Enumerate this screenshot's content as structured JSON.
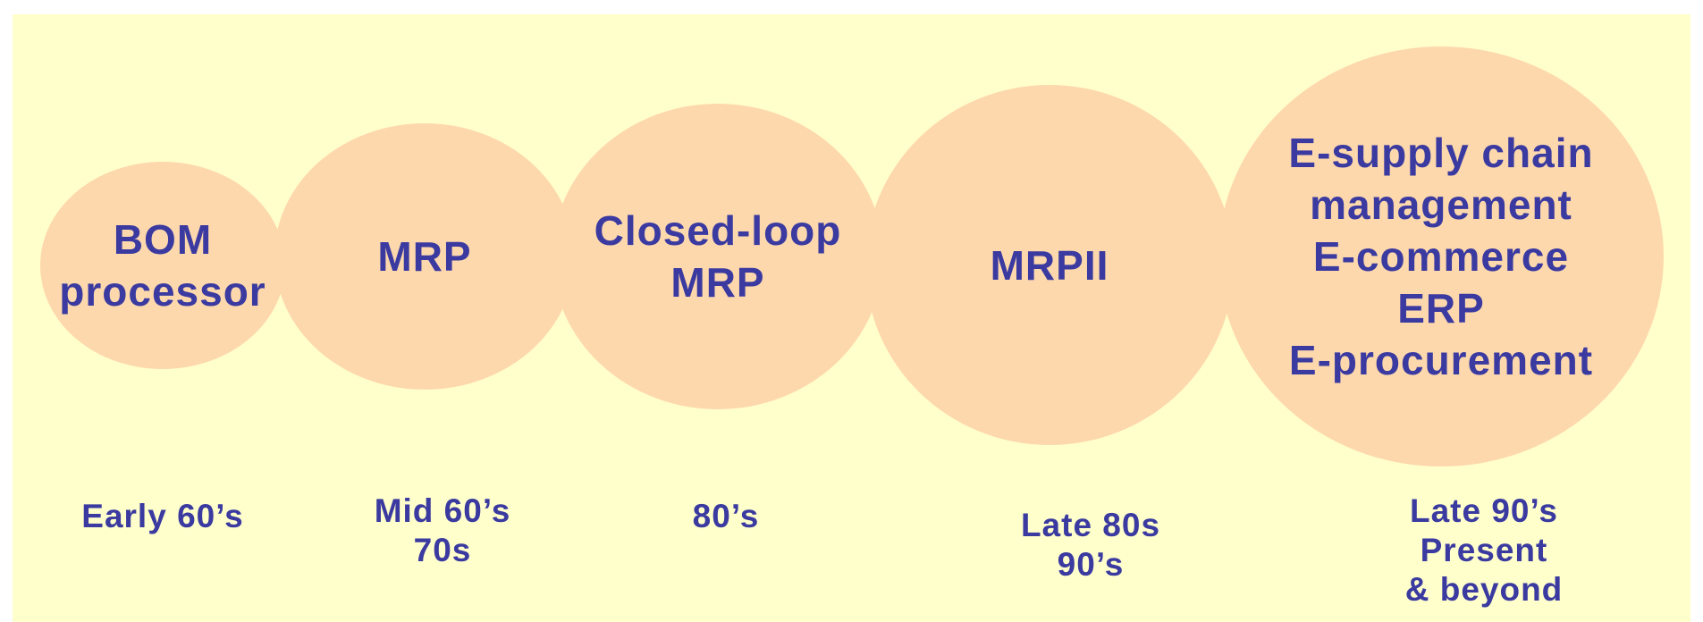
{
  "stages": [
    {
      "label_lines": [
        "BOM",
        "processor"
      ],
      "era_lines": [
        "Early 60’s"
      ]
    },
    {
      "label_lines": [
        "MRP"
      ],
      "era_lines": [
        "Mid 60’s",
        "70s"
      ]
    },
    {
      "label_lines": [
        "Closed-loop",
        "MRP"
      ],
      "era_lines": [
        "80’s"
      ]
    },
    {
      "label_lines": [
        "MRPII"
      ],
      "era_lines": [
        "Late 80s",
        "90’s"
      ]
    },
    {
      "label_lines": [
        "E-supply chain",
        "management",
        "E-commerce",
        "ERP",
        "E-procurement"
      ],
      "era_lines": [
        "Late 90’s",
        "Present",
        "& beyond"
      ]
    }
  ],
  "colors": {
    "background": "#ffffcc",
    "bubble_fill": "#fdd8ad",
    "text": "#3a3aa0"
  }
}
